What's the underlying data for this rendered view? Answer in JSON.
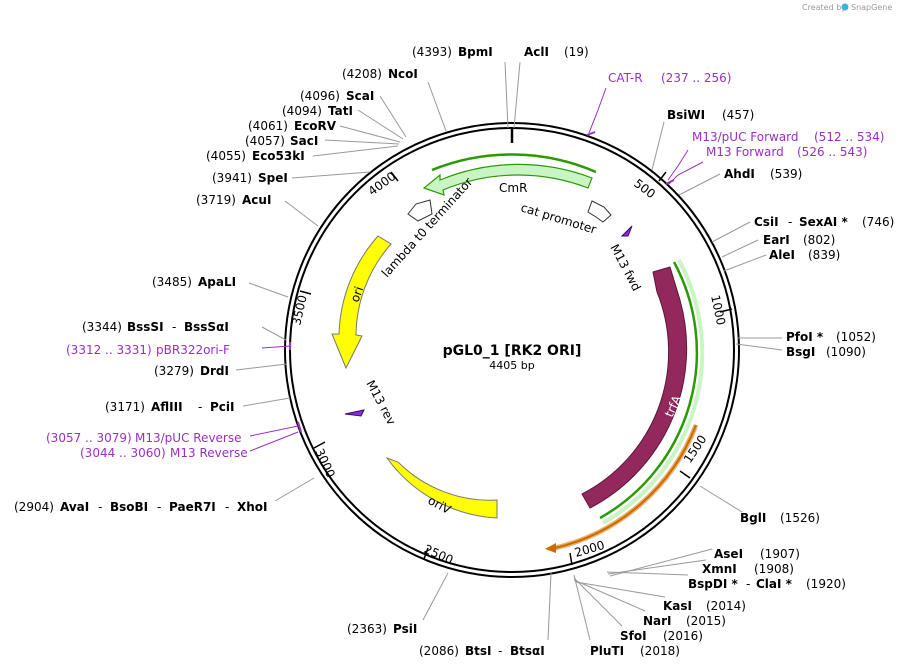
{
  "header": {
    "credit": "Created by",
    "brand": "SnapGene"
  },
  "plasmid": {
    "name": "pGL0_1 [RK2 ORI]",
    "length": "4405 bp"
  },
  "ticks": [
    "500",
    "1000",
    "1500",
    "2000",
    "2500",
    "3000",
    "3500",
    "4000"
  ],
  "features": {
    "cmr": "CmR",
    "cat_promoter": "cat promoter",
    "lambda": "lambda t0 terminator",
    "ori": "ori",
    "orIV": "oriV",
    "trfA": "trfA",
    "m13_fwd": "M13 fwd",
    "m13_rev": "M13 rev"
  },
  "colors": {
    "backbone": "#000000",
    "cmr_fill": "#c9f5c5",
    "trfA_fill": "#93285c",
    "ori_fill": "#ffff00",
    "primer": "#9a2fc7",
    "green_arc": "#2a9a00",
    "orange_arc": "#cc6a00"
  },
  "sites": {
    "bpmi": {
      "name": "BpmI",
      "pos": "(4393)"
    },
    "acli": {
      "name": "AclI",
      "pos": "(19)"
    },
    "ncoi": {
      "name": "NcoI",
      "pos": "(4208)"
    },
    "scai": {
      "name": "ScaI",
      "pos": "(4096)"
    },
    "tati": {
      "name": "TatI",
      "pos": "(4094)"
    },
    "ecorv": {
      "name": "EcoRV",
      "pos": "(4061)"
    },
    "saci": {
      "name": "SacI",
      "pos": "(4057)"
    },
    "eco53ki": {
      "name": "Eco53kI",
      "pos": "(4055)"
    },
    "spei": {
      "name": "SpeI",
      "pos": "(3941)"
    },
    "acui": {
      "name": "AcuI",
      "pos": "(3719)"
    },
    "apali": {
      "name": "ApaLI",
      "pos": "(3485)"
    },
    "bsssi": {
      "name": "BssSI",
      "name2": "BssSαI",
      "pos": "(3344)"
    },
    "drdi": {
      "name": "DrdI",
      "pos": "(3279)"
    },
    "aflIII": {
      "name": "AflIII",
      "name2": "PciI",
      "pos": "(3171)"
    },
    "avai": {
      "name": "AvaI",
      "name2": "BsoBI",
      "name3": "PaeR7I",
      "name4": "XhoI",
      "pos": "(2904)"
    },
    "psii": {
      "name": "PsiI",
      "pos": "(2363)"
    },
    "btsi": {
      "name": "BtsI",
      "name2": "BtsαI",
      "pos": "(2086)"
    },
    "pluti": {
      "name": "PluTI",
      "pos": "(2018)"
    },
    "sfoi": {
      "name": "SfoI",
      "pos": "(2016)"
    },
    "nari": {
      "name": "NarI",
      "pos": "(2015)"
    },
    "kasi": {
      "name": "KasI",
      "pos": "(2014)"
    },
    "bspdi": {
      "name": "BspDI *",
      "name2": "ClaI *",
      "pos": "(1920)"
    },
    "xmni": {
      "name": "XmnI",
      "pos": "(1908)"
    },
    "asei": {
      "name": "AseI",
      "pos": "(1907)"
    },
    "bgli": {
      "name": "BglI",
      "pos": "(1526)"
    },
    "bsgi": {
      "name": "BsgI",
      "pos": "(1090)"
    },
    "pfoi": {
      "name": "PfoI *",
      "pos": "(1052)"
    },
    "alei": {
      "name": "AleI",
      "pos": "(839)"
    },
    "eari": {
      "name": "EarI",
      "pos": "(802)"
    },
    "csii": {
      "name": "CsiI",
      "name2": "SexAI *",
      "pos": "(746)"
    },
    "ahdi": {
      "name": "AhdI",
      "pos": "(539)"
    },
    "bsiwi": {
      "name": "BsiWI",
      "pos": "(457)"
    }
  },
  "primers": {
    "catr": {
      "name": "CAT-R",
      "range": "(237 .. 256)"
    },
    "m13puc_f": {
      "name": "M13/pUC Forward",
      "range": "(512 .. 534)"
    },
    "m13_f": {
      "name": "M13 Forward",
      "range": "(526 .. 543)"
    },
    "pbr322": {
      "range": "(3312 .. 3331)",
      "name": "pBR322ori-F"
    },
    "m13puc_r": {
      "range": "(3057 .. 3079)",
      "name": "M13/pUC Reverse"
    },
    "m13_r": {
      "range": "(3044 .. 3060)",
      "name": "M13 Reverse"
    }
  }
}
